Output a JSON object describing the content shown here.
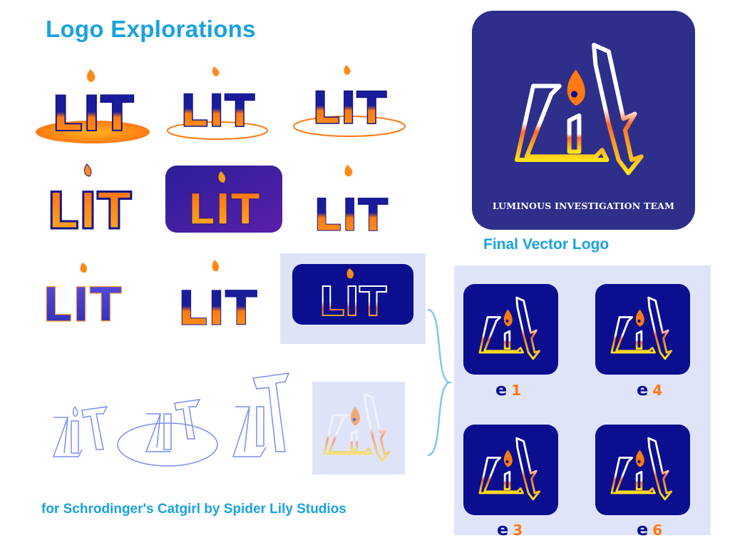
{
  "title": "Logo Explorations",
  "logo_text": "LIT",
  "final": {
    "tagline": "LUMINOUS INVESTIGATION TEAM",
    "caption": "Final Vector Logo"
  },
  "variants": [
    {
      "letter": "e",
      "number": "1"
    },
    {
      "letter": "e",
      "number": "4"
    },
    {
      "letter": "e",
      "number": "3"
    },
    {
      "letter": "e",
      "number": "6"
    }
  ],
  "credit": "for Schrodinger's Catgirl by Spider Lily Studios",
  "colors": {
    "accent": "#19a2e0",
    "navy": "#0b0f8f",
    "orange": "#ff7a12",
    "final_bg": "#2e2f8a",
    "panel_bg": "#e0e4f8"
  }
}
